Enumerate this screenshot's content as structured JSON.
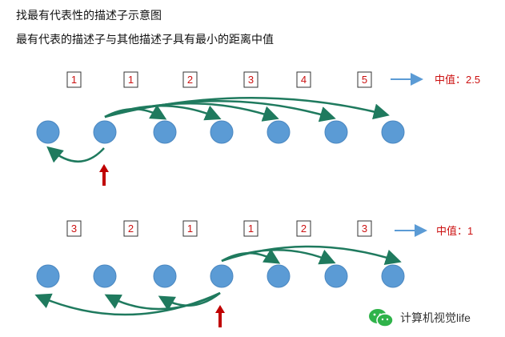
{
  "titles": {
    "main": "找最有代表性的描述子示意图",
    "sub": "最有代表的描述子与其他描述子具有最小的距离中值"
  },
  "diagram_top": {
    "distances": [
      "1",
      "1",
      "2",
      "3",
      "4",
      "5"
    ],
    "median_label": "中值：2.5"
  },
  "diagram_bottom": {
    "distances": [
      "3",
      "2",
      "1",
      "1",
      "2",
      "3"
    ],
    "median_label": "中值：1"
  },
  "watermark": {
    "text": "计算机视觉life",
    "icon": "wechat-icon"
  },
  "colors": {
    "node": "#5b9bd5",
    "node_border": "#4a87c0",
    "arrow": "#1f7a5e",
    "pointer": "#c00000",
    "box_text": "#cc1111",
    "median_arrow": "#5b9bd5"
  }
}
